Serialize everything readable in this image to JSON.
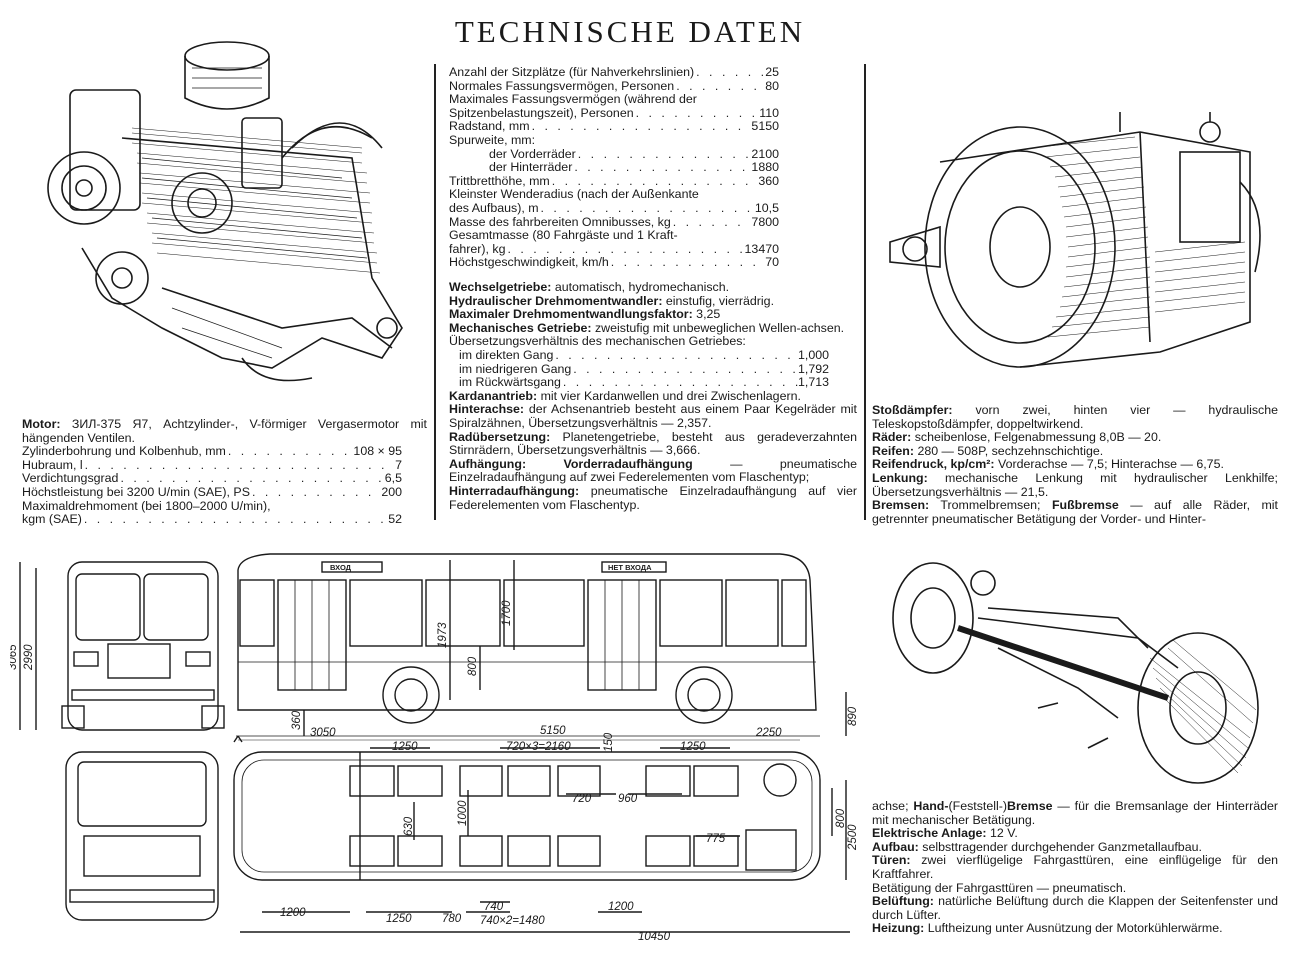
{
  "title": "TECHNISCHE DATEN",
  "general": [
    {
      "label": "Anzahl der Sitzplätze (für Nahverkehrslinien)",
      "value": "25",
      "indent": 0
    },
    {
      "label": "Normales Fassungsvermögen, Personen",
      "value": "80",
      "indent": 0
    },
    {
      "label": "Maximales Fassungsvermögen (während der",
      "value": "",
      "indent": 0
    },
    {
      "label": "Spitzenbelastungszeit), Personen",
      "value": "110",
      "indent": 0
    },
    {
      "label": "Radstand, mm",
      "value": "5150",
      "indent": 0
    },
    {
      "label": "Spurweite, mm:",
      "value": "",
      "indent": 0
    },
    {
      "label": "der Vorderräder",
      "value": "2100",
      "indent": 1
    },
    {
      "label": "der Hinterräder",
      "value": "1880",
      "indent": 1
    },
    {
      "label": "Trittbretthöhe, mm",
      "value": "360",
      "indent": 0
    },
    {
      "label": "Kleinster Wenderadius (nach der Außenkante",
      "value": "",
      "indent": 0
    },
    {
      "label": "des Aufbaus), m",
      "value": "10,5",
      "indent": 0
    },
    {
      "label": "Masse des fahrbereiten Omnibusses, kg",
      "value": "7800",
      "indent": 0
    },
    {
      "label": "Gesamtmasse (80 Fahrgäste und 1 Kraft-",
      "value": "",
      "indent": 0
    },
    {
      "label": "fahrer), kg",
      "value": "13470",
      "indent": 0
    },
    {
      "label": "Höchstgeschwindigkeit, km/h",
      "value": "70",
      "indent": 0
    }
  ],
  "transmission": {
    "p1_bold": "Wechselgetriebe:",
    "p1_text": " automatisch, hydromechanisch.",
    "p2_bold": "Hydraulischer Drehmomentwandler:",
    "p2_text": " einstufig, vierrädrig.",
    "p3_bold": "Maximaler Drehmomentwandlungsfaktor:",
    "p3_text": " 3,25",
    "p4_bold": "Mechanisches Getriebe:",
    "p4_text": " zweistufig mit unbeweglichen Wellen-achsen.",
    "ratio_heading": "Übersetzungsverhältnis des mechanischen Getriebes:",
    "ratios": [
      {
        "label": "im direkten Gang",
        "value": "1,000"
      },
      {
        "label": "im niedrigeren Gang",
        "value": "1,792"
      },
      {
        "label": "im Rückwärtsgang",
        "value": "1,713"
      }
    ],
    "p5_bold": "Kardanantrieb:",
    "p5_text": " mit vier Kardanwellen und drei Zwischenlagern.",
    "p6_bold": "Hinterachse:",
    "p6_text": " der Achsenantrieb besteht aus einem Paar Kegelräder mit Spiralzähnen, Übersetzungsverhältnis — 2,357.",
    "p7_bold": "Radübersetzung:",
    "p7_text": " Planetengetriebe, besteht aus geradeverzahnten Stirnrädern, Übersetzungsverhältnis — 3,666.",
    "p8_bold": "Aufhängung: Vorderradaufhängung",
    "p8_text": " — pneumatische Einzelradaufhängung auf zwei Federelementen vom Flaschentyp;",
    "p9_bold": "Hinterradaufhängung:",
    "p9_text": " pneumatische Einzelradaufhängung auf vier Federelementen vom Flaschentyp."
  },
  "motor": {
    "bold": "Motor:",
    "text": " ЗИЛ-375 Я7, Achtzylinder-, V-förmiger Vergasermotor mit hängenden Ventilen.",
    "rows": [
      {
        "label": "Zylinderbohrung und Kolbenhub, mm",
        "value": "108 × 95"
      },
      {
        "label": "Hubraum, l",
        "value": "7"
      },
      {
        "label": "Verdichtungsgrad",
        "value": "6,5"
      },
      {
        "label": "Höchstleistung bei 3200 U/min (SAE), PS",
        "value": "200"
      },
      {
        "label": "Maximaldrehmoment (bei 1800–2000 U/min),",
        "value": ""
      },
      {
        "label": "kgm (SAE)",
        "value": "52"
      }
    ]
  },
  "chassis_right_top": {
    "p1_bold": "Stoßdämpfer:",
    "p1_text": " vorn zwei, hinten vier — hydraulische Teleskopstoßdämpfer, doppeltwirkend.",
    "p2_bold": "Räder:",
    "p2_text": " scheibenlose, Felgenabmessung 8,0B — 20.",
    "p3_bold": "Reifen:",
    "p3_text": " 280 — 508P, sechzehnschichtige.",
    "p4_bold": "Reifendruck, kp/cm²:",
    "p4_text": " Vorderachse — 7,5; Hinterachse — 6,75.",
    "p5_bold": "Lenkung:",
    "p5_text": " mechanische Lenkung mit hydraulischer Lenkhilfe; Übersetzungsverhältnis — 21,5.",
    "p6_bold": "Bremsen:",
    "p6_text": " Trommelbremsen; ",
    "p6_bold2": "Fußbremse",
    "p6_text2": " — auf alle Räder, mit getrennter pneumatischer Betätigung der Vorder- und Hinter-"
  },
  "chassis_right_bottom": {
    "p1_text_a": "achse; ",
    "p1_bold": "Hand-",
    "p1_text_b": "(Feststell-)",
    "p1_bold2": "Bremse",
    "p1_text_c": " — für die Bremsanlage der Hinterräder mit mechanischer Betätigung.",
    "p2_bold": "Elektrische Anlage:",
    "p2_text": " 12 V.",
    "p3_bold": "Aufbau:",
    "p3_text": " selbsttragender durchgehender Ganzmetallaufbau.",
    "p4_bold": "Türen:",
    "p4_text": " zwei vierflügelige Fahrgasttüren, eine einflügelige für den Kraftfahrer.",
    "p5_text": "Betätigung der Fahrgasttüren — pneumatisch.",
    "p6_bold": "Belüftung:",
    "p6_text": " natürliche Belüftung durch die Klappen der Seitenfenster und durch Lüfter.",
    "p7_bold": "Heizung:",
    "p7_text": " Luftheizung unter Ausnützung der Motorkühlerwärme."
  },
  "drawing_labels": {
    "door_front": "ВХОД",
    "door_rear": "НЕТ ВХОДА",
    "d_3065": "3065",
    "d_2990": "2990",
    "d_1973": "1973",
    "d_1700": "1700",
    "d_800a": "800",
    "d_890": "890",
    "d_360": "360",
    "d_3050": "3050",
    "d_5150": "5150",
    "d_2250": "2250",
    "d_1250a": "1250",
    "d_720x3": "720×3=2160",
    "d_150": "150",
    "d_1250b": "1250",
    "d_720": "720",
    "d_960": "960",
    "d_1000": "1000",
    "d_630": "630",
    "d_800b": "800",
    "d_2500": "2500",
    "d_775": "775",
    "d_1200a": "1200",
    "d_1250c": "1250",
    "d_780": "780",
    "d_740": "740",
    "d_740x2": "740×2=1480",
    "d_1200b": "1200",
    "d_10450": "10450"
  }
}
